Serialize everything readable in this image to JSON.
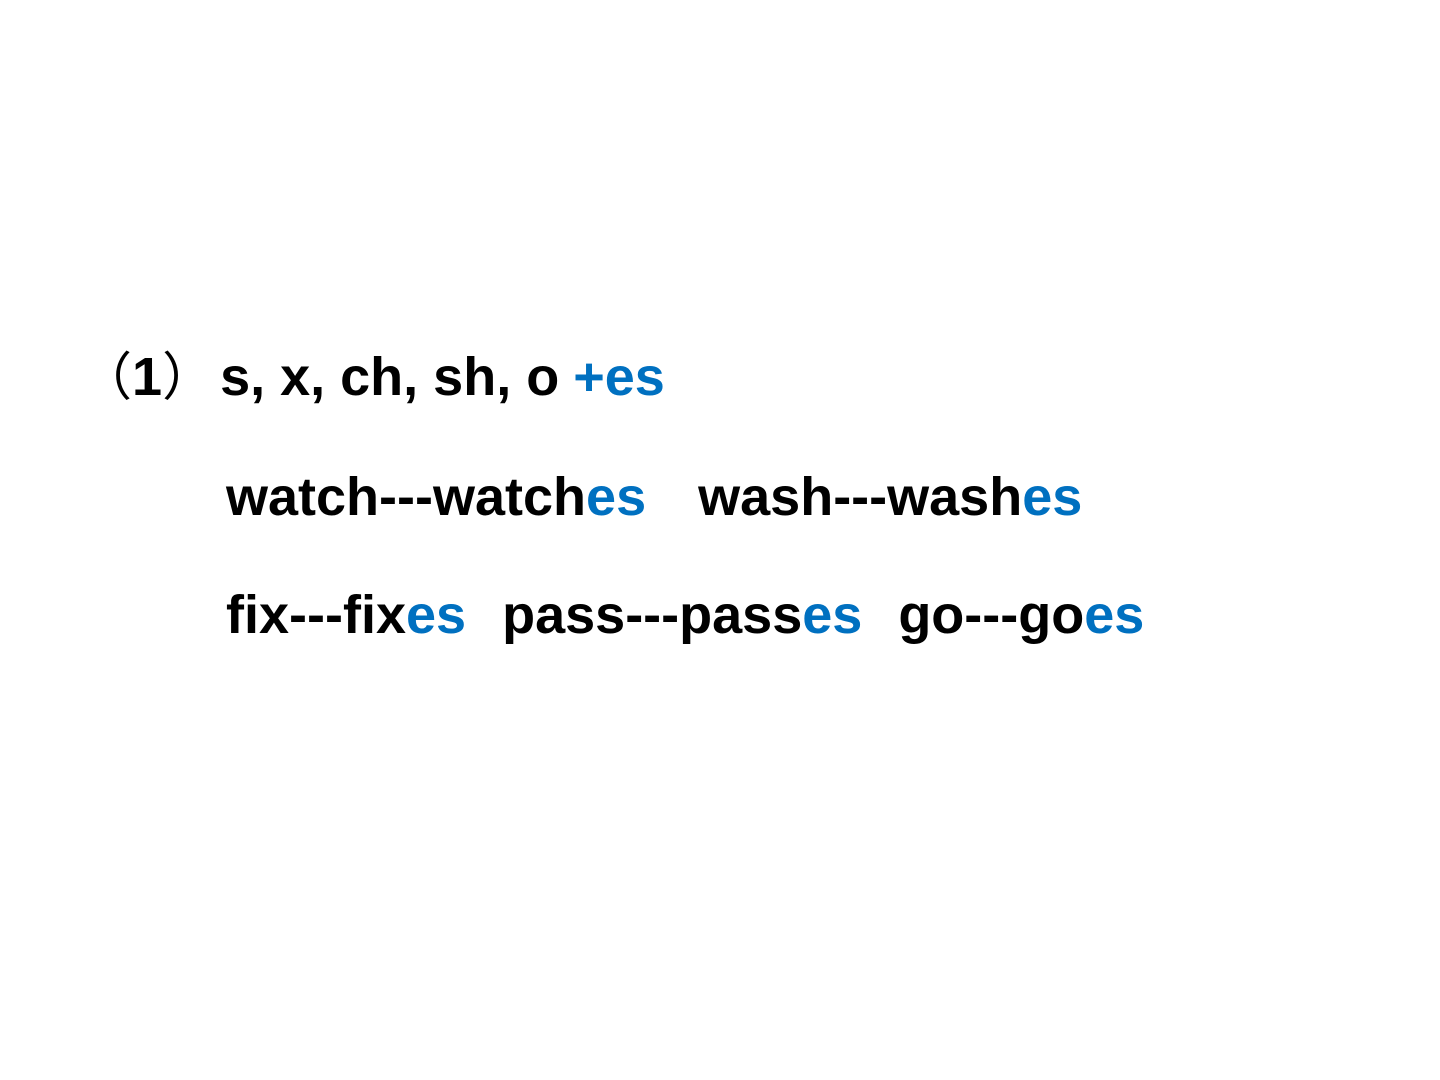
{
  "rule": {
    "marker_open": "（",
    "marker_num": "1",
    "marker_close": "）",
    "conditions": "s, x, ch, sh, o",
    "suffix": "+es"
  },
  "examples": [
    [
      {
        "base": "watch",
        "sep": "---",
        "stem": "watch",
        "suffix": "es"
      },
      {
        "base": "wash",
        "sep": "---",
        "stem": "wash",
        "suffix": "es"
      }
    ],
    [
      {
        "base": "fix",
        "sep": "---",
        "stem": "fix",
        "suffix": "es"
      },
      {
        "base": "pass",
        "sep": "---",
        "stem": "pass",
        "suffix": "es"
      },
      {
        "base": "go",
        "sep": "---",
        "stem": "go",
        "suffix": "es"
      }
    ]
  ],
  "colors": {
    "text": "#000000",
    "accent": "#0070c0",
    "background": "#ffffff"
  }
}
